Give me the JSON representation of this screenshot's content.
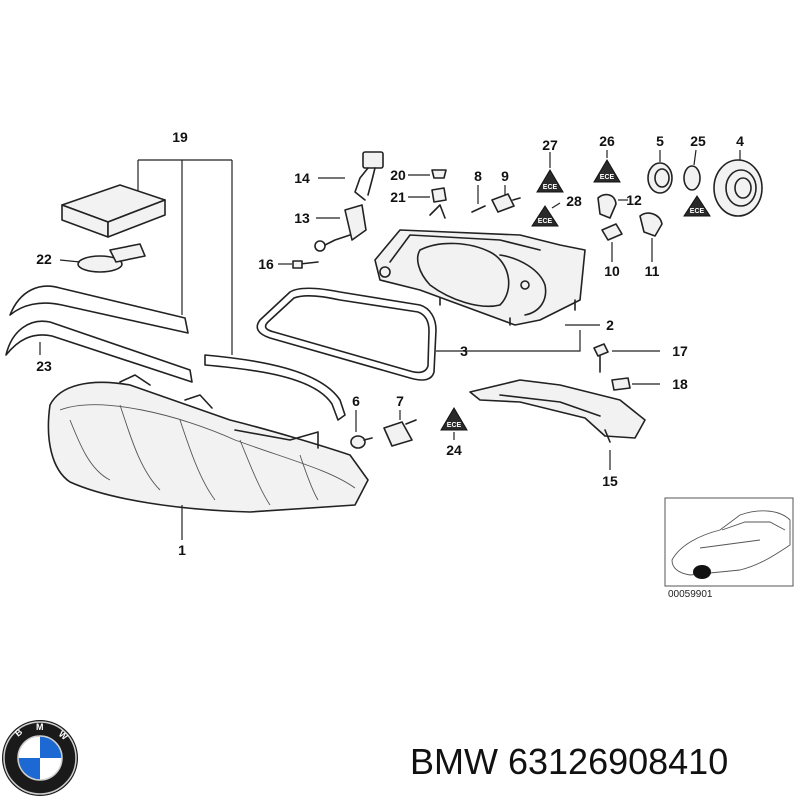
{
  "diagram": {
    "part_numbers": [
      "1",
      "2",
      "3",
      "4",
      "5",
      "6",
      "7",
      "8",
      "9",
      "10",
      "11",
      "12",
      "13",
      "14",
      "15",
      "16",
      "17",
      "18",
      "19",
      "20",
      "21",
      "22",
      "23",
      "24",
      "25",
      "26",
      "27",
      "28"
    ],
    "reference_code": "00059901",
    "warning_symbol_text": "ECE"
  },
  "caption": {
    "brand": "BMW",
    "part_number": "63126908410",
    "text": "BMW 63126908410"
  },
  "logo": {
    "ring_text": "BMW",
    "colors": {
      "blue": "#1c69d4",
      "white": "#ffffff",
      "black": "#1a1a1a"
    }
  }
}
